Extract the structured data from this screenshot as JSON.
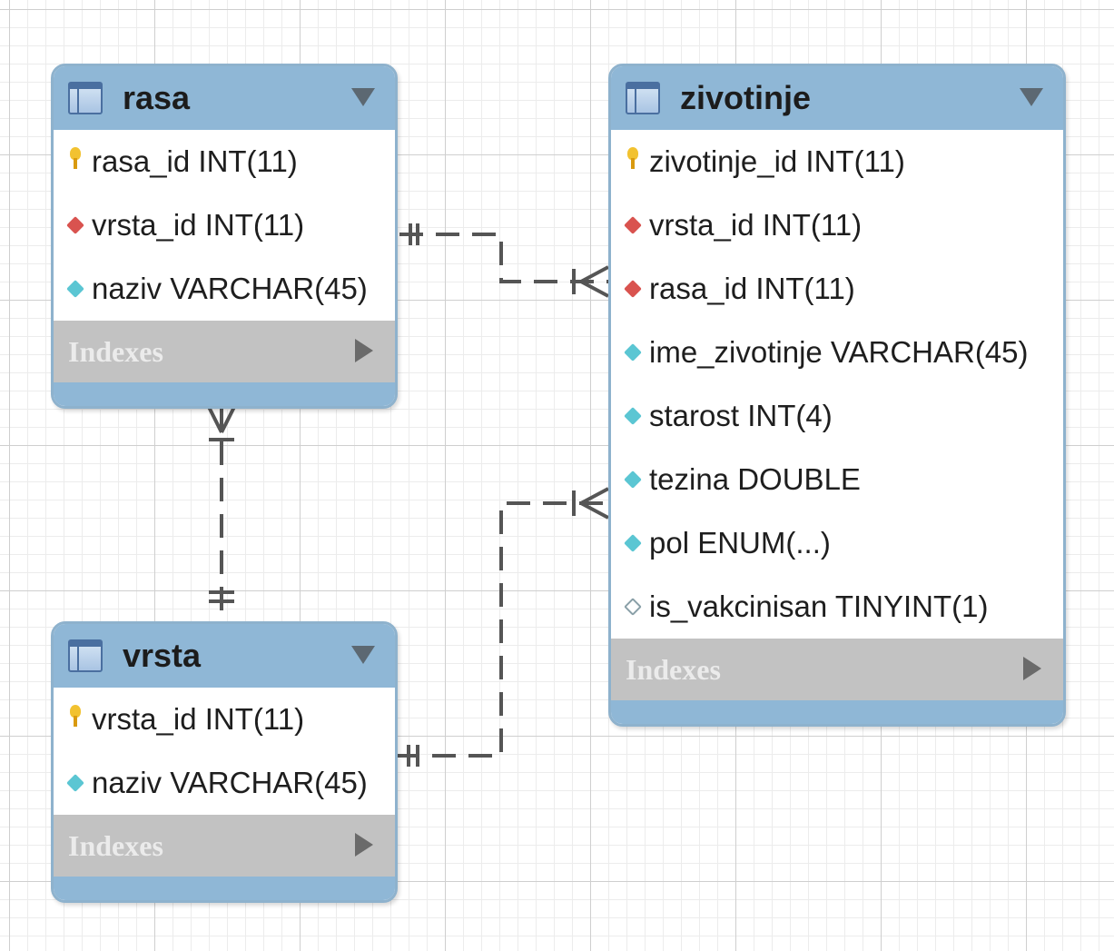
{
  "colors": {
    "header": "#8fb7d6",
    "indexes_bg": "#c2c2c2",
    "indexes_text": "#ebebeb",
    "primary_key": "#f2c230",
    "foreign_key": "#d9534f",
    "attribute": "#5bc6d3",
    "connector": "#555555"
  },
  "entities": {
    "rasa": {
      "title": "rasa",
      "columns": [
        {
          "text": "rasa_id INT(11)",
          "icon": "primary-key-icon"
        },
        {
          "text": "vrsta_id INT(11)",
          "icon": "foreign-key-icon"
        },
        {
          "text": "naziv VARCHAR(45)",
          "icon": "attribute-icon"
        }
      ],
      "indexes_label": "Indexes"
    },
    "zivotinje": {
      "title": "zivotinje",
      "columns": [
        {
          "text": "zivotinje_id INT(11)",
          "icon": "primary-key-icon"
        },
        {
          "text": "vrsta_id INT(11)",
          "icon": "foreign-key-icon"
        },
        {
          "text": "rasa_id INT(11)",
          "icon": "foreign-key-icon"
        },
        {
          "text": "ime_zivotinje VARCHAR(45)",
          "icon": "attribute-icon"
        },
        {
          "text": "starost INT(4)",
          "icon": "attribute-icon"
        },
        {
          "text": "tezina DOUBLE",
          "icon": "attribute-icon"
        },
        {
          "text": "pol ENUM(...)",
          "icon": "attribute-icon"
        },
        {
          "text": "is_vakcinisan TINYINT(1)",
          "icon": "nullable-attribute-icon"
        }
      ],
      "indexes_label": "Indexes"
    },
    "vrsta": {
      "title": "vrsta",
      "columns": [
        {
          "text": "vrsta_id INT(11)",
          "icon": "primary-key-icon"
        },
        {
          "text": "naziv VARCHAR(45)",
          "icon": "attribute-icon"
        }
      ],
      "indexes_label": "Indexes"
    }
  },
  "relationships": [
    {
      "from": "rasa",
      "to": "zivotinje",
      "from_cardinality": "one-and-only-one",
      "to_cardinality": "one-or-many"
    },
    {
      "from": "vrsta",
      "to": "rasa",
      "from_cardinality": "one-and-only-one",
      "to_cardinality": "one-or-many"
    },
    {
      "from": "vrsta",
      "to": "zivotinje",
      "from_cardinality": "one-and-only-one",
      "to_cardinality": "one-or-many"
    }
  ]
}
